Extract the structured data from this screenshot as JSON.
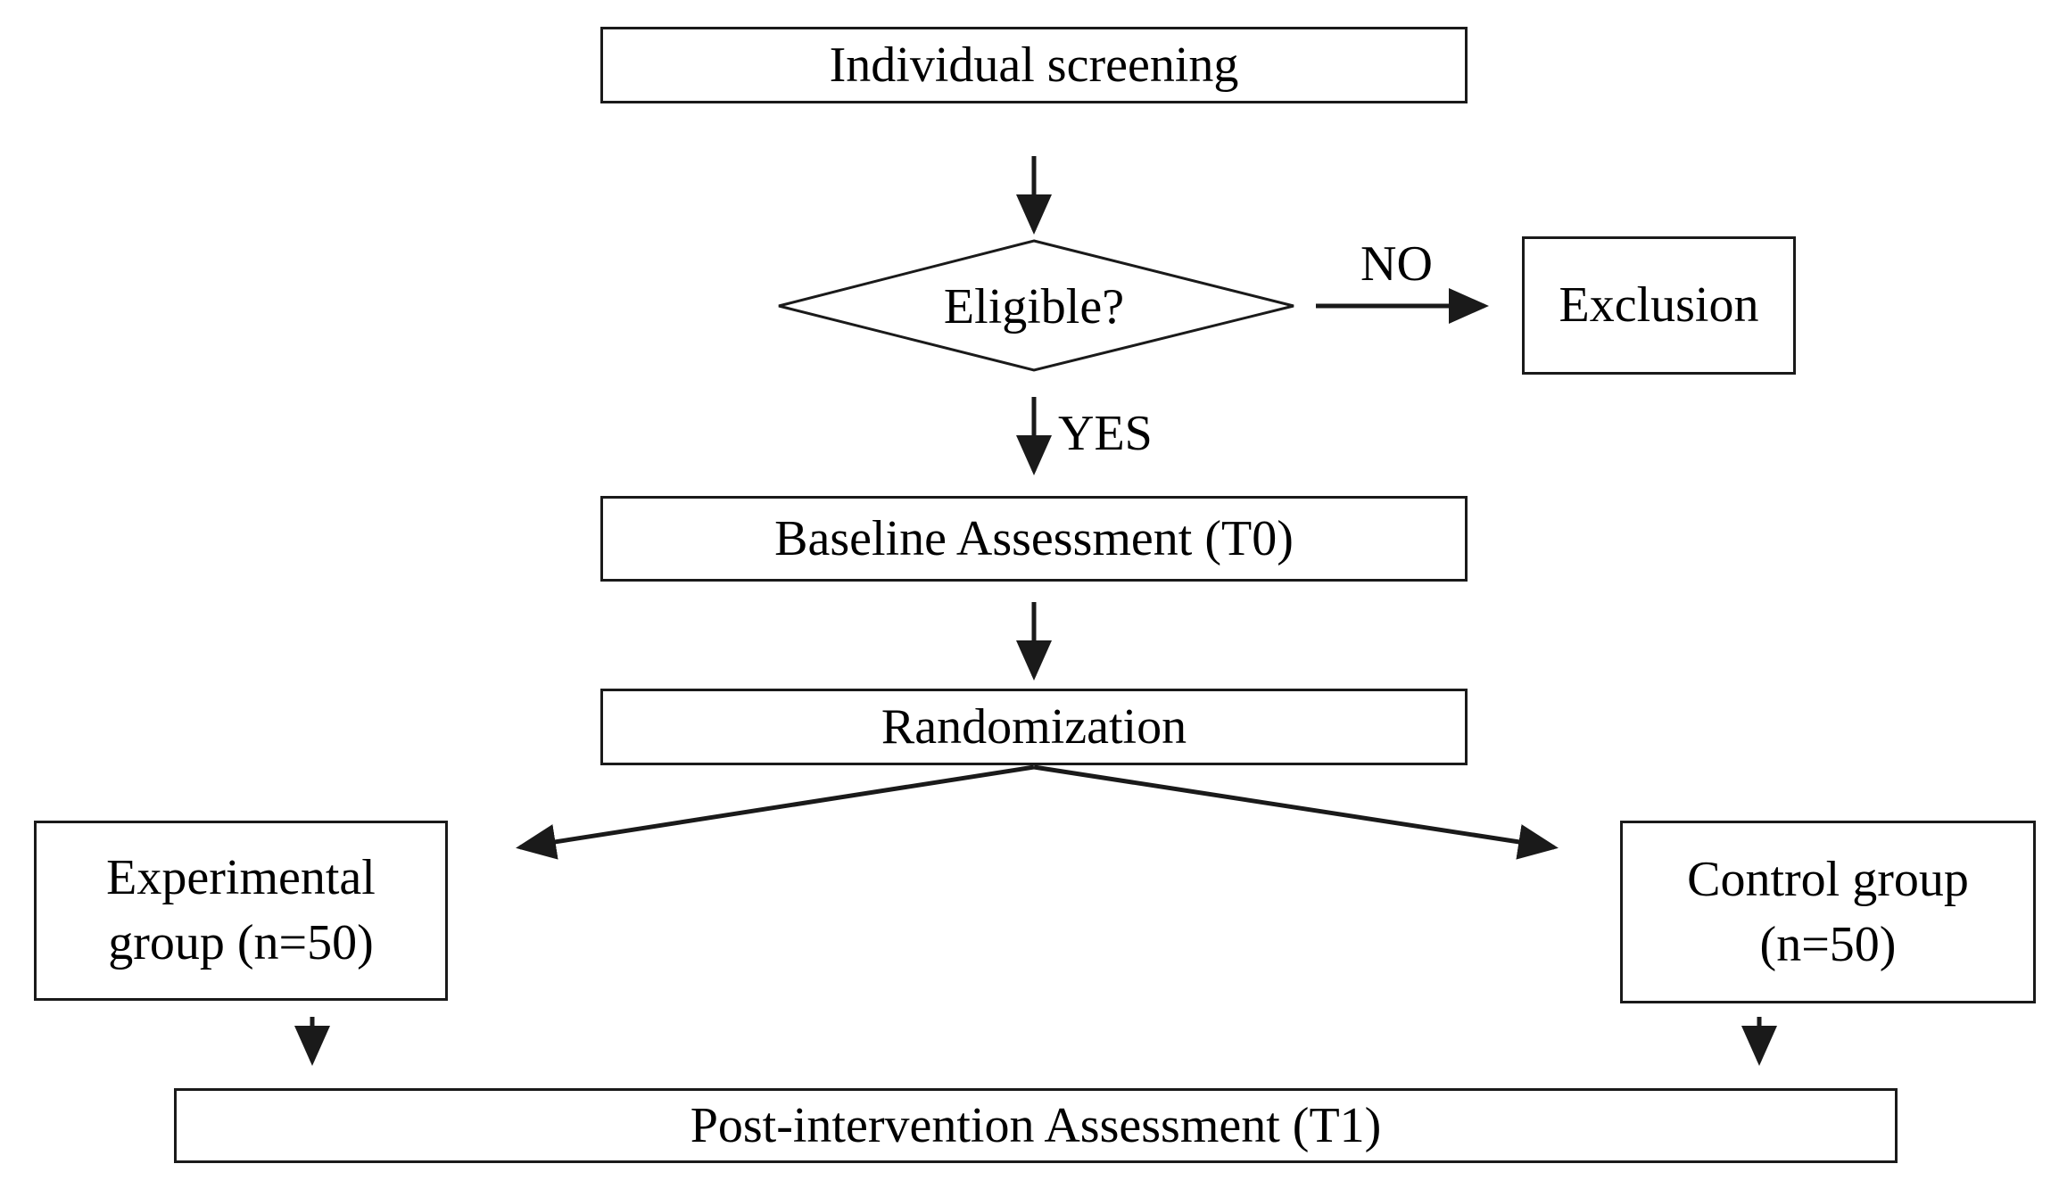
{
  "nodes": {
    "screening": "Individual screening",
    "eligible": "Eligible?",
    "exclusion": "Exclusion",
    "baseline": "Baseline Assessment (T0)",
    "randomization": "Randomization",
    "experimental_line1": "Experimental",
    "experimental_line2": "group (n=50)",
    "control_line1": "Control group",
    "control_line2": "(n=50)",
    "post": "Post-intervention Assessment (T1)"
  },
  "edge_labels": {
    "no": "NO",
    "yes": "YES"
  },
  "colors": {
    "stroke": "#1a1a1a",
    "background": "#ffffff"
  }
}
